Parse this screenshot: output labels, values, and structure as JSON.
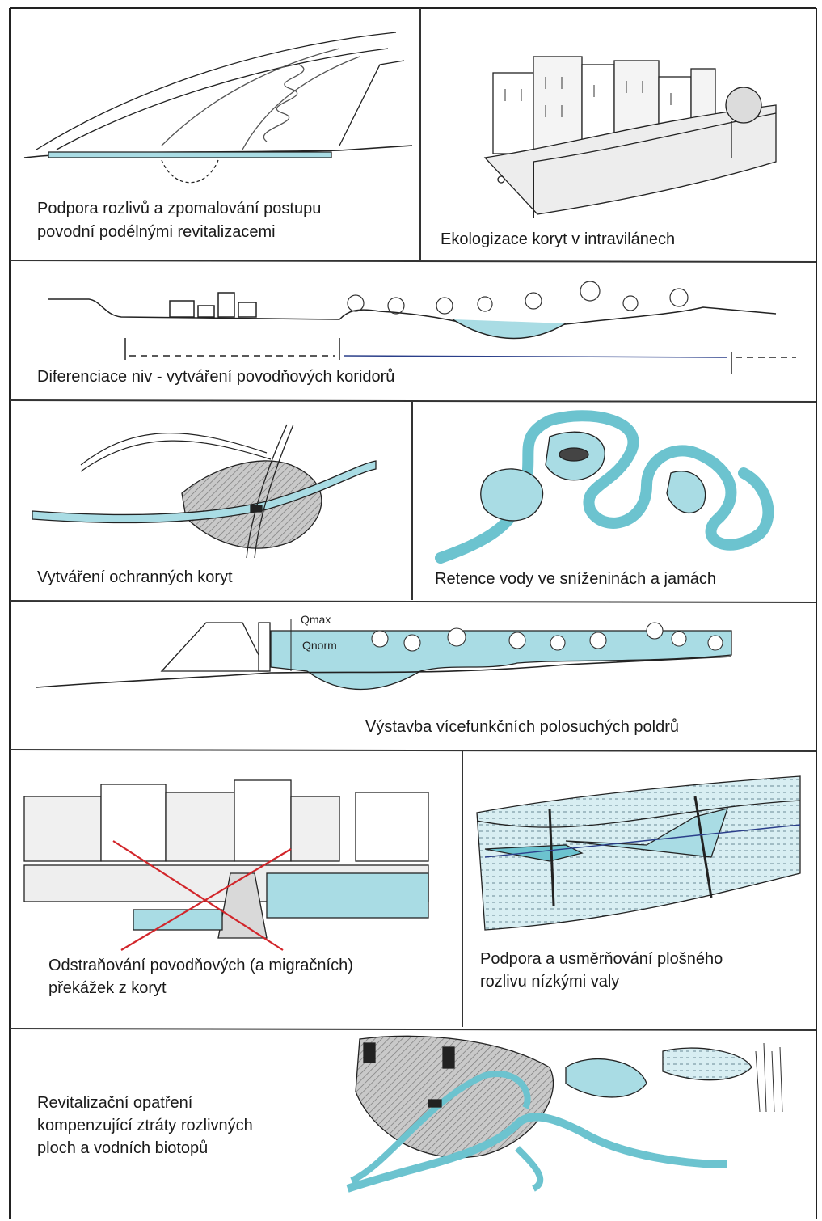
{
  "panels": {
    "p1": {
      "caption_line1": "Podpora rozlivů a zpomalování postupu",
      "caption_line2": "povodní podélnými revitalizacemi"
    },
    "p2": {
      "caption": "Ekologizace koryt v intravilánech"
    },
    "p3": {
      "caption": "Diferenciace niv - vytváření povodňových koridorů"
    },
    "p4": {
      "caption": "Vytváření ochranných koryt"
    },
    "p5": {
      "caption": "Retence vody ve sníženinách a jamách"
    },
    "p6": {
      "caption": "Výstavba vícefunkčních polosuchých poldrů",
      "label_qmax": "Qmax",
      "label_qnorm": "Qnorm"
    },
    "p7": {
      "caption_line1": "Odstraňování povodňových (a migračních)",
      "caption_line2": "překážek z koryt"
    },
    "p8": {
      "caption_line1": "Podpora a usměrňování plošného",
      "caption_line2": "rozlivu nízkými valy"
    },
    "p9": {
      "caption_line1": "Revitalizační opatření",
      "caption_line2": "kompenzující ztráty rozlivných",
      "caption_line3": "ploch a vodních biotopů"
    }
  },
  "colors": {
    "water": "#a9dce4",
    "water_dark": "#6cc3cf",
    "line": "#1a1a1a",
    "hatch": "#9a9a9a",
    "red": "#d2262b",
    "border": "#222222"
  }
}
